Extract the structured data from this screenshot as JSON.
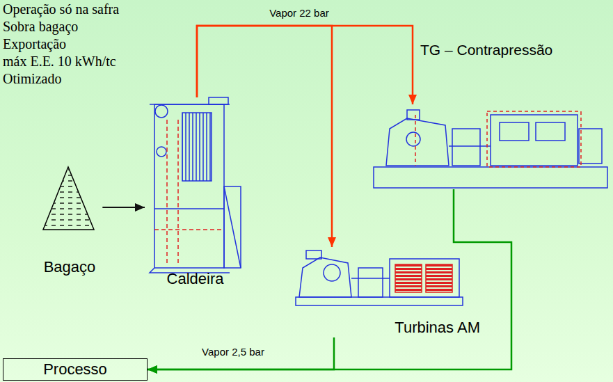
{
  "diagram": {
    "nodes": [
      {
        "text": [
          "Caldeira"
        ]
      },
      {
        "text": [
          "TG – Contrapressão"
        ]
      },
      {
        "text": [
          "Bagaço"
        ]
      },
      {
        "text": [
          "Turbinas AM"
        ]
      },
      {
        "text": [
          "Processo"
        ]
      }
    ],
    "edges": [
      {
        "from": 2,
        "to": 0,
        "arrow": "to"
      },
      {
        "from": 0,
        "to": 1,
        "label": "Vapor 22 bar",
        "arrow": "to"
      },
      {
        "from": 0,
        "to": 3,
        "arrow": "to"
      },
      {
        "from": 1,
        "to": 4,
        "arrow": "to"
      },
      {
        "from": 3,
        "to": 4,
        "label": "Vapor 2,5 bar",
        "arrow": "to"
      }
    ],
    "labels": [
      "Operação só na safra",
      "Sobra bagaço",
      "Exportação",
      "máx E.E. 10 kWh/tc",
      "Otimizado"
    ]
  }
}
